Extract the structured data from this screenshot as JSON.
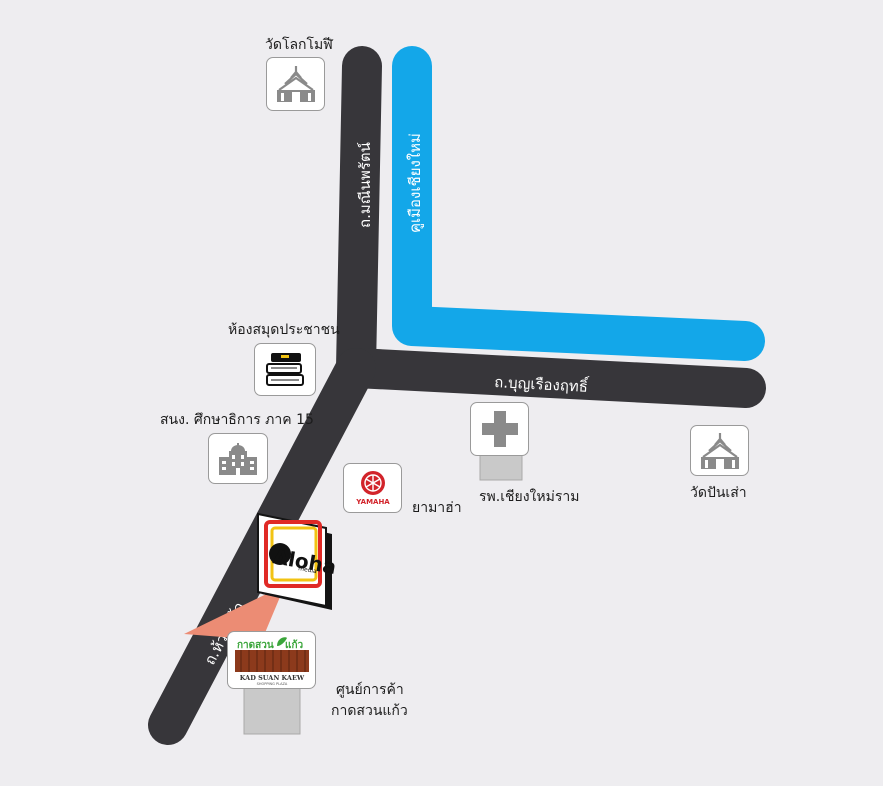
{
  "colors": {
    "background": "#eeedf0",
    "road": "#37363a",
    "canal": "#13a7e9",
    "icon_gray": "#8a8a8a",
    "card_border": "#9a9a9a",
    "pin": "#ec8c74",
    "yamaha_red": "#d2232a",
    "aloha_red": "#e02a26",
    "aloha_yellow": "#f2c313",
    "kad_brown": "#8c3a1c",
    "kad_green": "#3aa53a"
  },
  "roads": {
    "manin": "ถ.มณีนพรัตน์",
    "khu_mueang": "คูเมืองเชียงใหม่",
    "bunruang": "ถ.บุญเรืองฤทธิ์",
    "huai_kaeo": "ถ.ห้วยแก้ว"
  },
  "places": {
    "wat_lok_molee": {
      "label": "วัดโลกโมฬี",
      "icon": "temple-icon"
    },
    "library": {
      "label": "ห้องสมุดประชาชน",
      "icon": "books-icon"
    },
    "education_office": {
      "label": "สนง. ศึกษาธิการ ภาค 15",
      "icon": "building-icon"
    },
    "hospital": {
      "label": "รพ.เชียงใหม่ราม",
      "icon": "hospital-cross-icon"
    },
    "wat_pan_sao": {
      "label": "วัดปันเส่า",
      "icon": "temple-icon"
    },
    "yamaha": {
      "label": "ยามาฮ่า",
      "icon": "yamaha-logo",
      "logo_text": "YAMAHA"
    },
    "aloha": {
      "logo_text": "Aloha",
      "sub_text": "media"
    },
    "kad_suan_kaew": {
      "label_line1": "ศูนย์การค้า",
      "label_line2": "กาดสวนแก้ว",
      "logo_text_thai_1": "กาดสวน",
      "logo_text_thai_2": "แก้ว",
      "logo_text_en": "KAD SUAN KAEW",
      "logo_text_small": "SHOPPING PLAZA"
    }
  }
}
